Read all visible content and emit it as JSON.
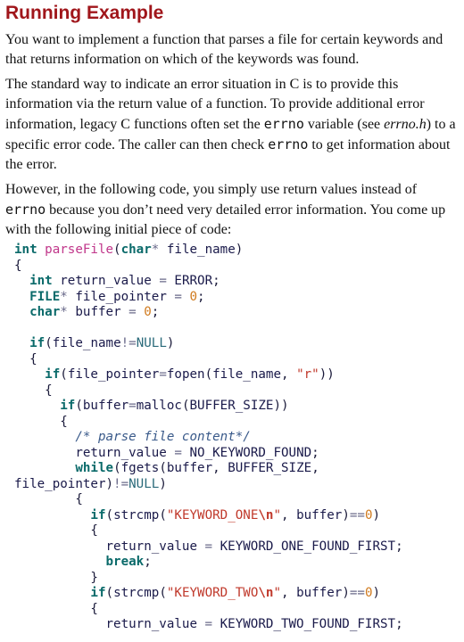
{
  "heading": "Running Example",
  "paragraphs": {
    "p1": "You want to implement a function that parses a file for certain keywords and that returns information on which of the keywords was found.",
    "p2_a": "The standard way to indicate an error situation in C is to provide this information via the return value of a function. To provide additional error information, legacy C functions often set the ",
    "p2_errno1": "errno",
    "p2_b": " variable (see ",
    "p2_errnoh": "errno.h",
    "p2_c": ") to a specific error code. The caller can then check ",
    "p2_errno2": "errno",
    "p2_d": " to get information about the error.",
    "p3_a": "However, in the following code, you simply use return values instead of ",
    "p3_errno": "errno",
    "p3_b": " because you don’t need very detailed error information. You come up with the following initial piece of code:"
  },
  "code": {
    "t_int": "int",
    "t_char": "char",
    "t_FILE": "FILE",
    "t_if": "if",
    "t_while": "while",
    "t_break": "break",
    "f_parseFile": "parseFile",
    "f_fopen": "fopen",
    "f_malloc": "malloc",
    "f_fgets": "fgets",
    "f_strcmp": "strcmp",
    "v_file_name": "file_name",
    "v_return_value": "return_value",
    "v_file_pointer": "file_pointer",
    "v_buffer": "buffer",
    "c_ERROR": "ERROR",
    "c_NULL": "NULL",
    "c_BUFFER_SIZE": "BUFFER_SIZE",
    "c_NO_KEYWORD_FOUND": "NO_KEYWORD_FOUND",
    "c_KEYWORD_ONE_FOUND_FIRST": "KEYWORD_ONE_FOUND_FIRST",
    "c_KEYWORD_TWO_FOUND_FIRST": "KEYWORD_TWO_FOUND_FIRST",
    "n_zero": "0",
    "s_r": "\"r\"",
    "s_kw1": "\"KEYWORD_ONE",
    "s_kw2": "\"KEYWORD_TWO",
    "s_nl": "\\n",
    "s_quote": "\"",
    "comment": "/* parse file content*/"
  }
}
